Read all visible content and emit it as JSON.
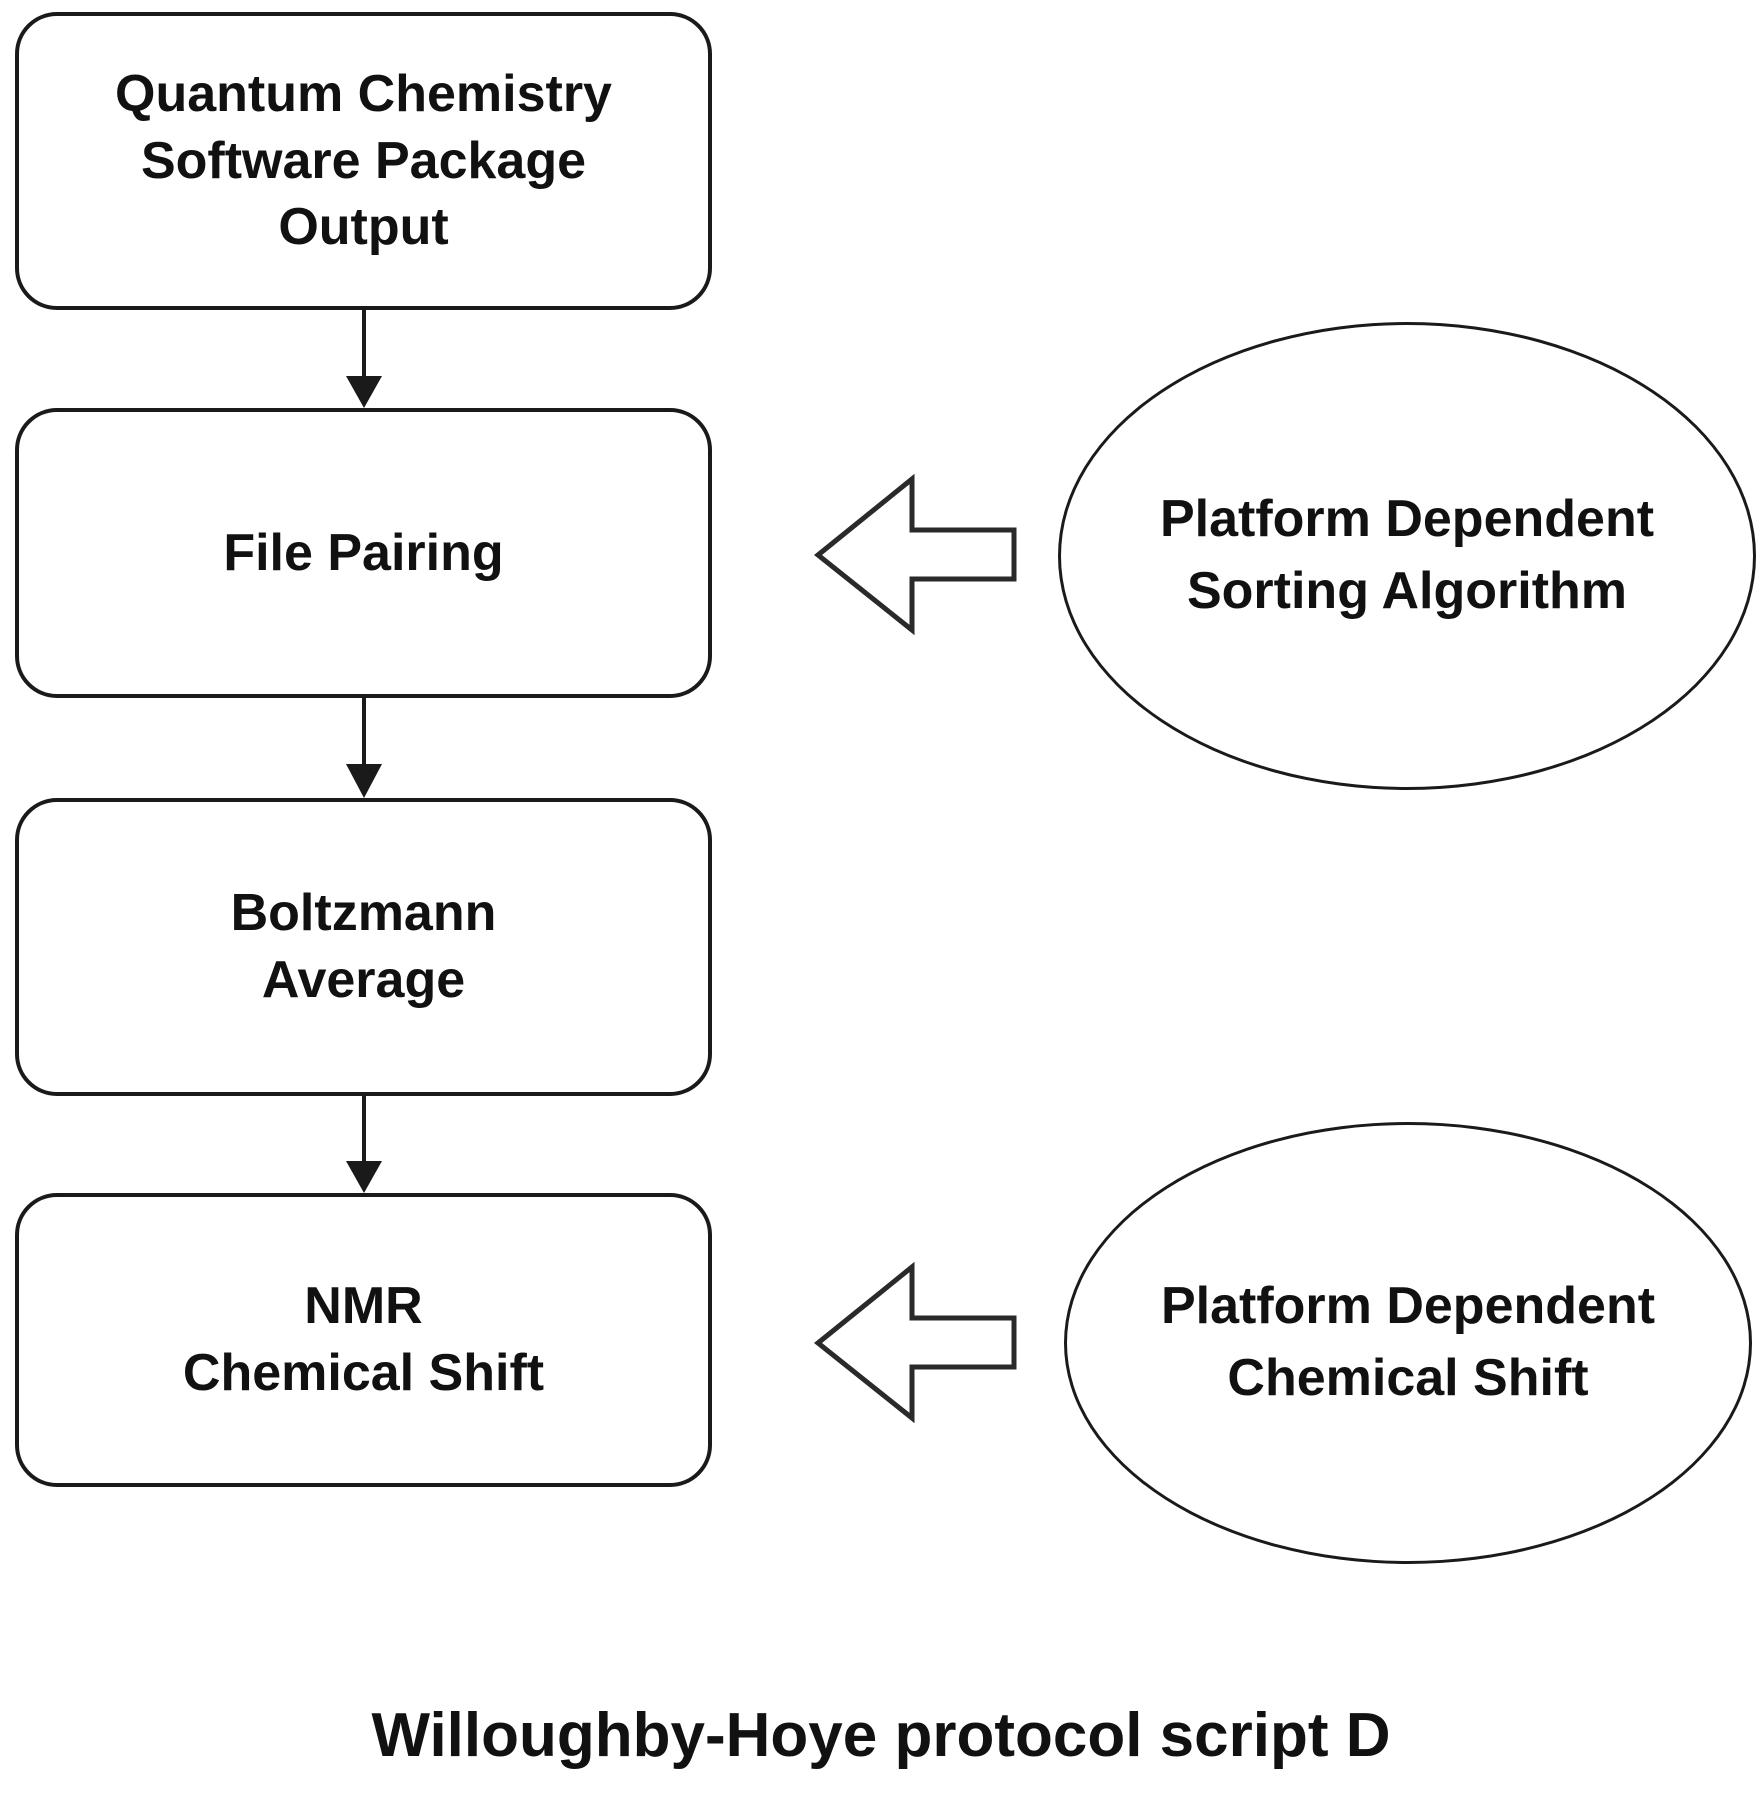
{
  "diagram": {
    "flow_boxes": [
      {
        "id": "quantum-output",
        "lines": [
          "Quantum Chemistry",
          "Software Package",
          "Output"
        ]
      },
      {
        "id": "file-pairing",
        "lines": [
          "File Pairing"
        ]
      },
      {
        "id": "boltzmann",
        "lines": [
          "Boltzmann",
          "Average"
        ]
      },
      {
        "id": "nmr-shift",
        "lines": [
          "NMR",
          "Chemical Shift"
        ]
      }
    ],
    "ellipses": [
      {
        "id": "sorting-algorithm",
        "lines": [
          "Platform Dependent",
          "Sorting Algorithm"
        ]
      },
      {
        "id": "chemical-shift",
        "lines": [
          "Platform Dependent",
          "Chemical Shift"
        ]
      }
    ],
    "caption": "Willoughby-Hoye protocol script D",
    "colors": {
      "stroke": "#1a1a1a",
      "block_arrow_stroke": "#2a2a2a",
      "fill": "#ffffff",
      "text": "#111111"
    }
  }
}
